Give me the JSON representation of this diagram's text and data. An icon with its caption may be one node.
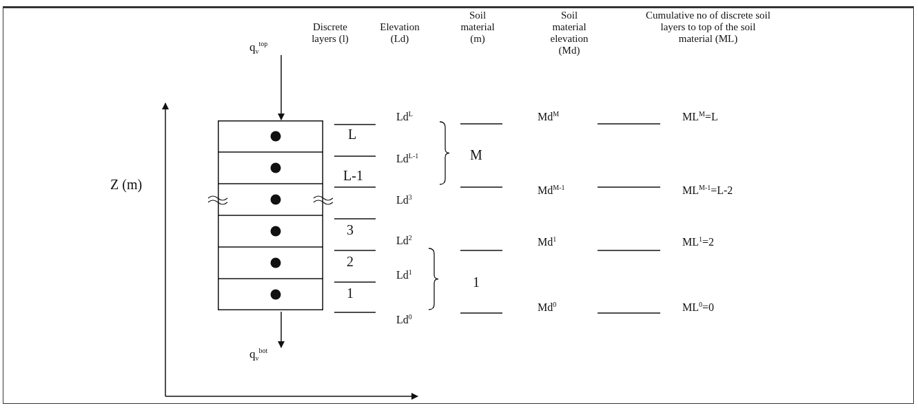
{
  "diagram": {
    "nodes": [
      {
        "text": [
          "q$_{v}$$^{top}$"
        ]
      },
      {
        "text": [],
        "shape": "box"
      },
      {
        "text": [
          "q$_{v}$$^{bot}$"
        ]
      }
    ],
    "edges": [
      {
        "from": 0,
        "to": 1,
        "arrow": "to"
      },
      {
        "from": 1,
        "to": 2,
        "arrow": "to"
      }
    ],
    "labels": [
      "Discrete layers (l)",
      "Elevation (Ld)",
      "Soil material (m)",
      "Soil material elevation (Md)",
      "Cumulative no of discrete soil layers to top of the soil material (ML)",
      "Z (m)",
      "Ld$^{L}$",
      "Md$^{M}$",
      "ML$^{M}$=L",
      "L",
      "Ld$^{L-1}$",
      "M",
      "L-1",
      "Md$^{M-1}$",
      "ML$^{M-1}$=L-2",
      "Ld$^{3}$",
      "3",
      "Ld$^{2}$",
      "Md$^{1}$",
      "ML$^{1}$=2",
      "2",
      "Ld$^{1}$",
      "1",
      "1",
      "Ld$^{0}$",
      "Md$^{0}$",
      "ML$^{0}$=0"
    ]
  }
}
